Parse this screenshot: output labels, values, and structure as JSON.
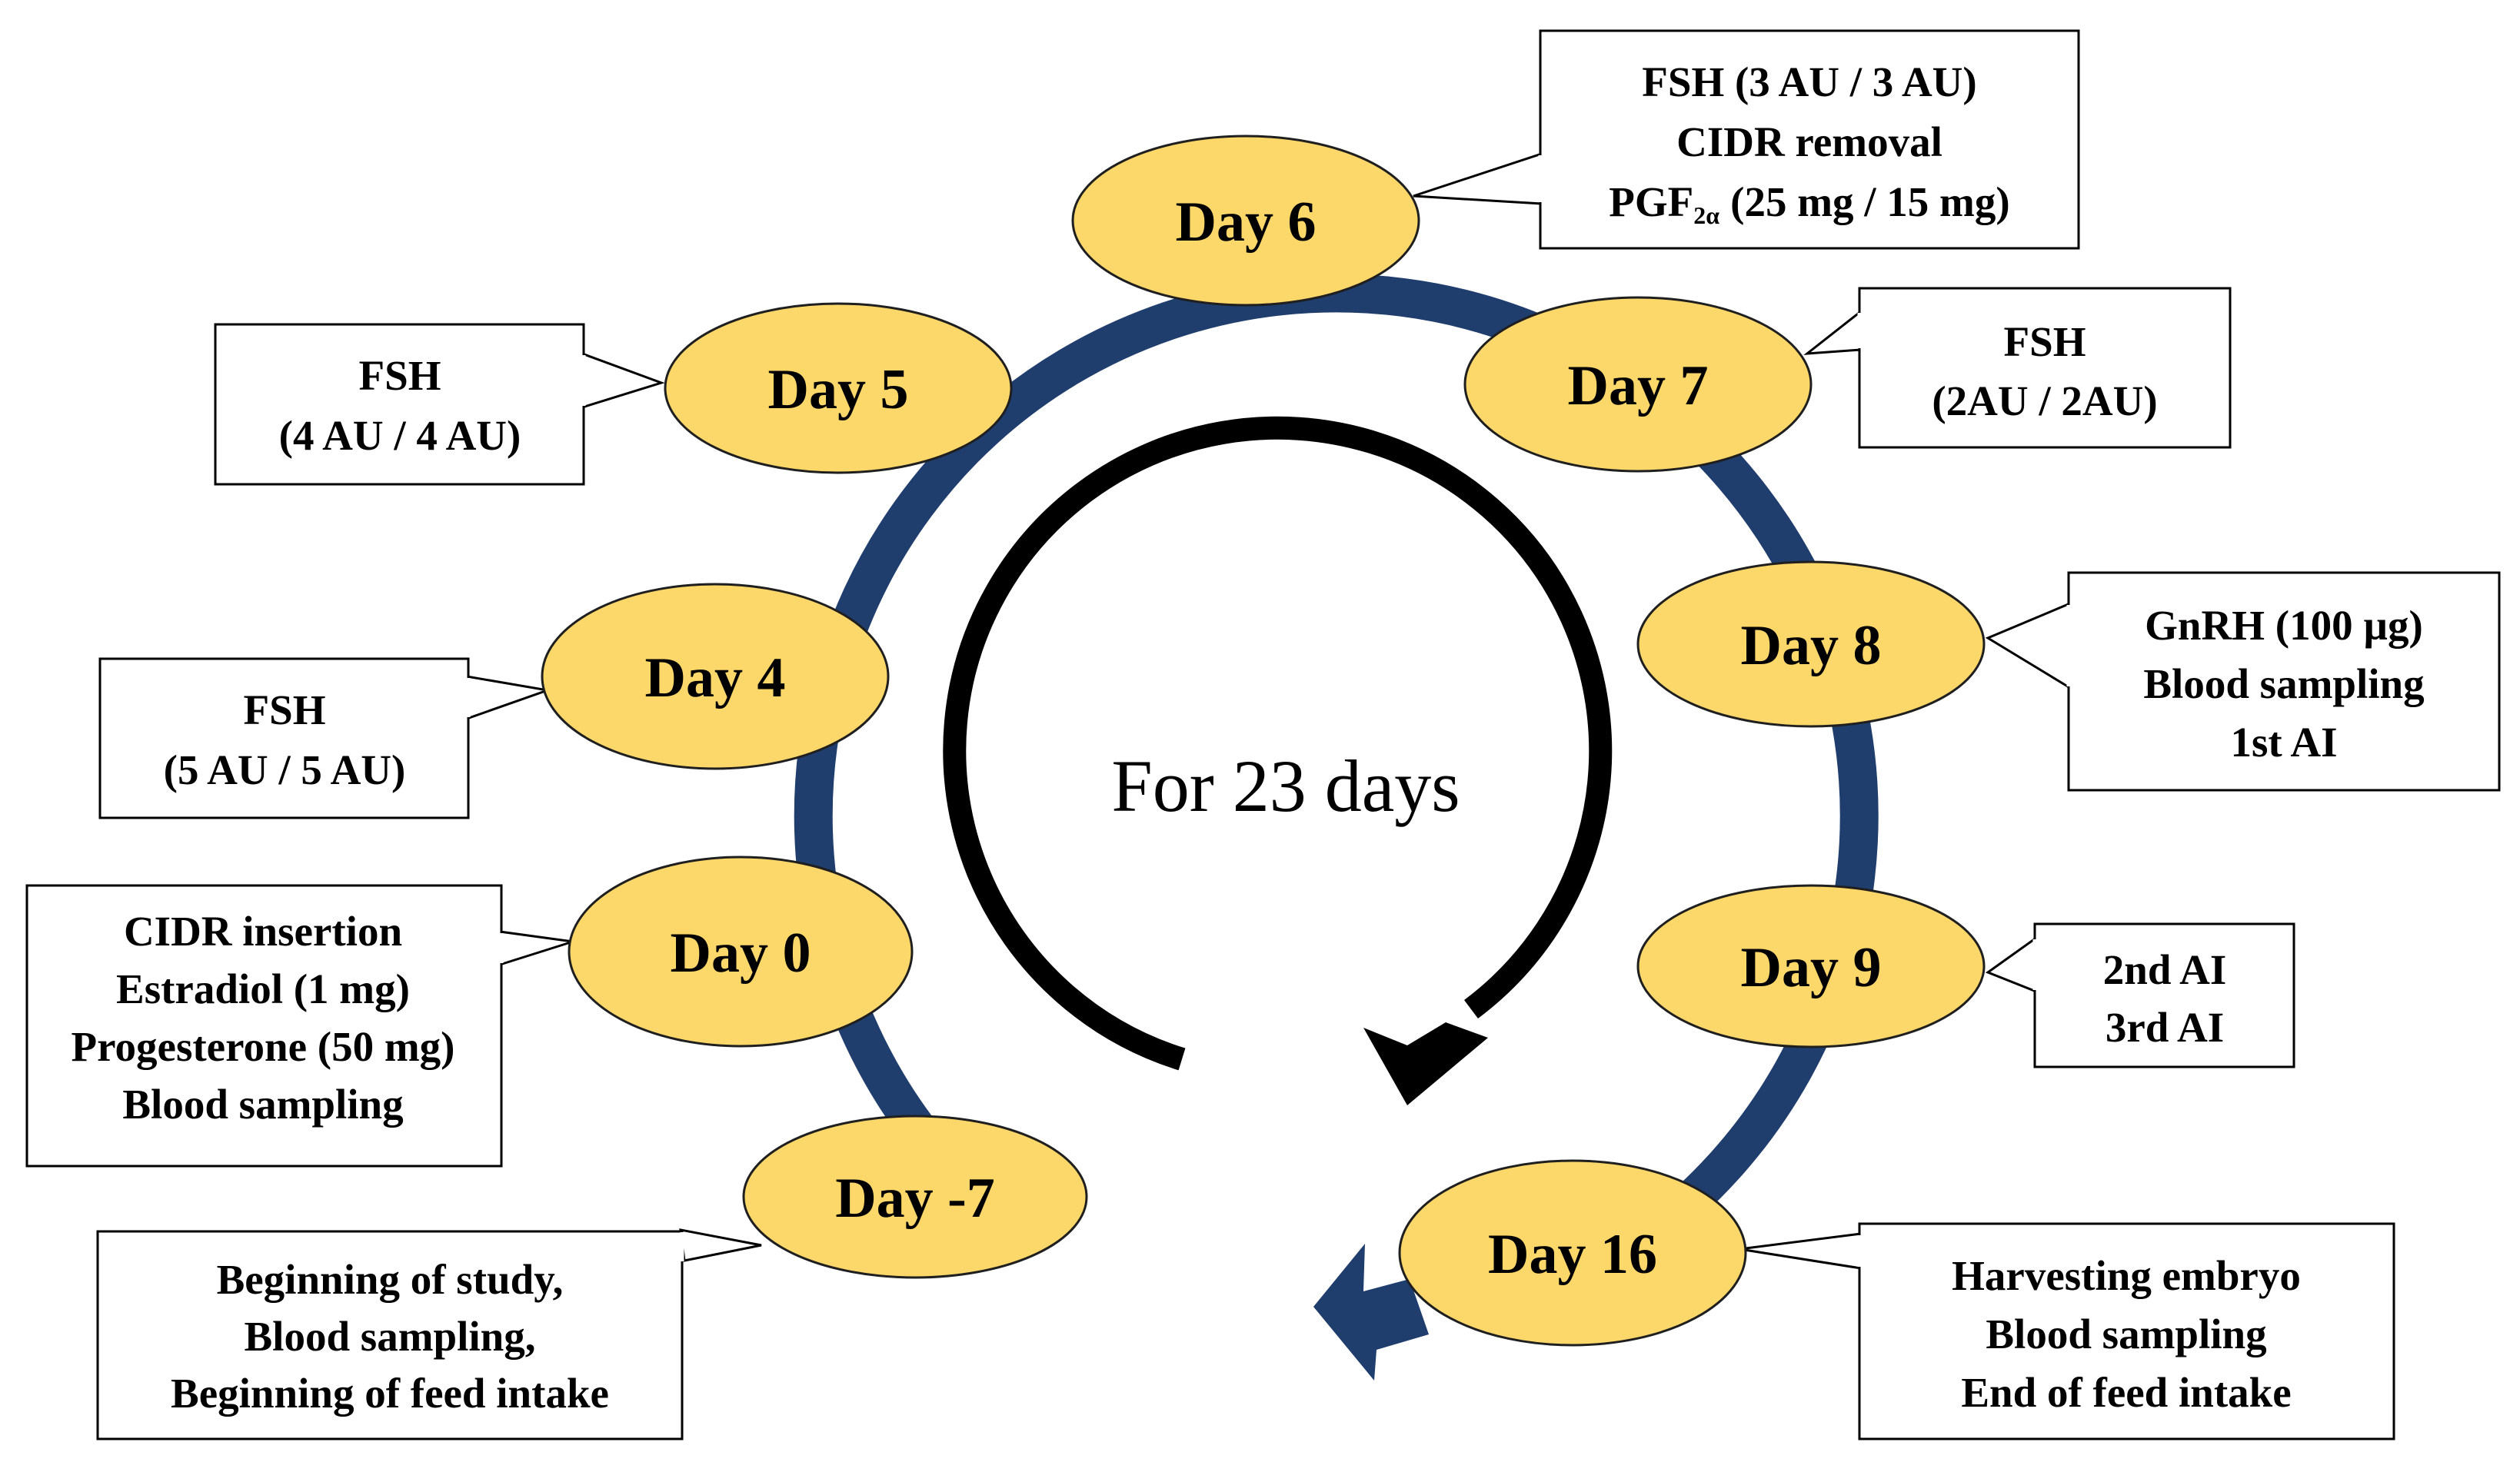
{
  "colors": {
    "ring": "#1f3d6d",
    "day_fill": "#fcd769",
    "inner_arrow": "#000000",
    "box_border": "#000000"
  },
  "center": {
    "label": "For 23 days"
  },
  "days": [
    {
      "id": "d-7",
      "label": "Day -7"
    },
    {
      "id": "d0",
      "label": "Day 0"
    },
    {
      "id": "d4",
      "label": "Day 4"
    },
    {
      "id": "d5",
      "label": "Day 5"
    },
    {
      "id": "d6",
      "label": "Day 6"
    },
    {
      "id": "d7",
      "label": "Day 7"
    },
    {
      "id": "d8",
      "label": "Day 8"
    },
    {
      "id": "d9",
      "label": "Day 9"
    },
    {
      "id": "d16",
      "label": "Day 16"
    }
  ],
  "callouts": {
    "d-7": [
      "Beginning of study,",
      "Blood sampling,",
      "Beginning of feed intake"
    ],
    "d0": [
      "CIDR insertion",
      "Estradiol (1 mg)",
      "Progesterone (50 mg)",
      "Blood sampling"
    ],
    "d4": [
      "FSH",
      "(5 AU / 5 AU)"
    ],
    "d5": [
      "FSH",
      "(4 AU / 4 AU)"
    ],
    "d6": [
      "FSH (3 AU / 3 AU)",
      "CIDR removal",
      "PGF",
      "2α",
      "(25 mg / 15 mg)"
    ],
    "d7": [
      "FSH",
      "(2AU / 2AU)"
    ],
    "d8": [
      "GnRH (100 µg)",
      "Blood sampling",
      "1st AI"
    ],
    "d9": [
      "2nd AI",
      "3rd AI"
    ],
    "d16": [
      "Harvesting embryo",
      "Blood sampling",
      "End of feed intake"
    ]
  }
}
